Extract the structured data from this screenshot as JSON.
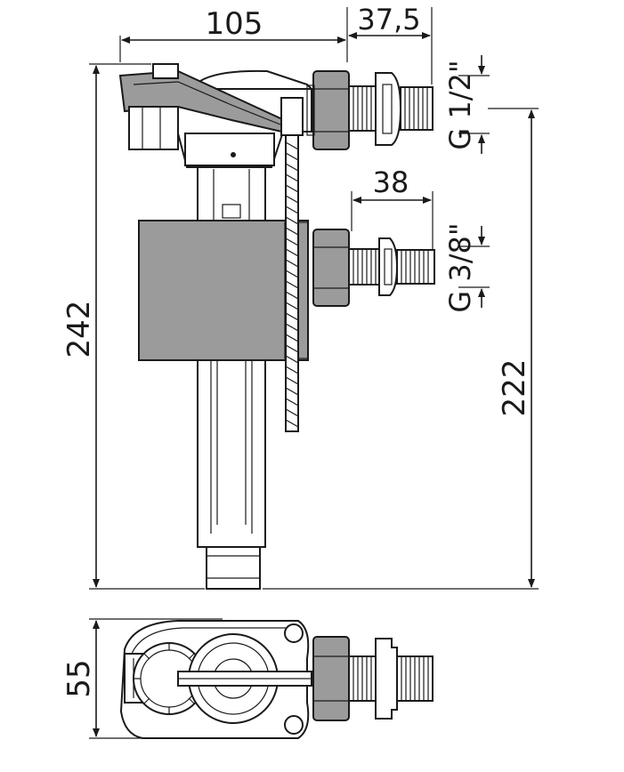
{
  "dimensions": {
    "top_width": "105",
    "top_offset": "37,5",
    "thread_upper": "G 1/2\"",
    "mid_offset": "38",
    "thread_lower": "G 3/8\"",
    "overall_height": "242",
    "inlet_height": "222",
    "base_width": "55"
  },
  "colors": {
    "line": "#1a1a1a",
    "grey_body": "#9b9b9b",
    "grey_dark": "#7d7d7d",
    "light": "#ffffff"
  },
  "icons": {
    "brand_logo": "brand-logo-icon",
    "arrow": "arrowhead-icon"
  }
}
